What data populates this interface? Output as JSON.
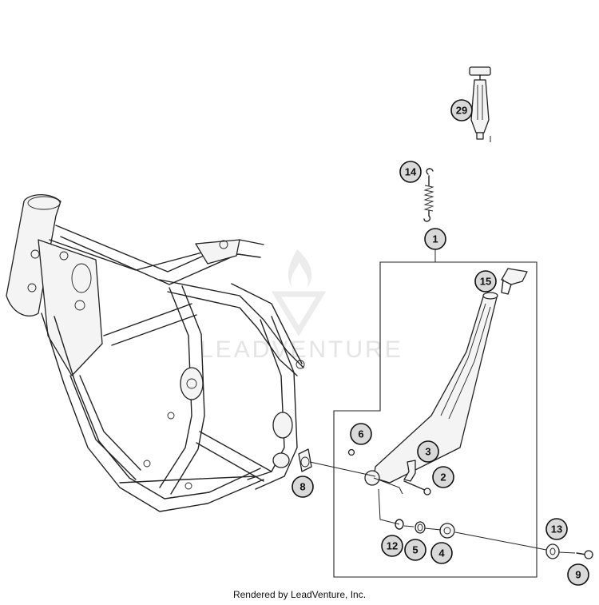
{
  "watermark": {
    "text": "LEADVENTURE"
  },
  "footer": {
    "credit": "Rendered by LeadVenture, Inc."
  },
  "callouts": {
    "c1": "1",
    "c2": "2",
    "c3": "3",
    "c4": "4",
    "c5": "5",
    "c6": "6",
    "c8": "8",
    "c9": "9",
    "c12": "12",
    "c13": "13",
    "c14": "14",
    "c15": "15",
    "c29": "29"
  },
  "colors": {
    "callout_fill": "#d9d9d9",
    "line": "#222222",
    "watermark": "#e4e4e4"
  }
}
